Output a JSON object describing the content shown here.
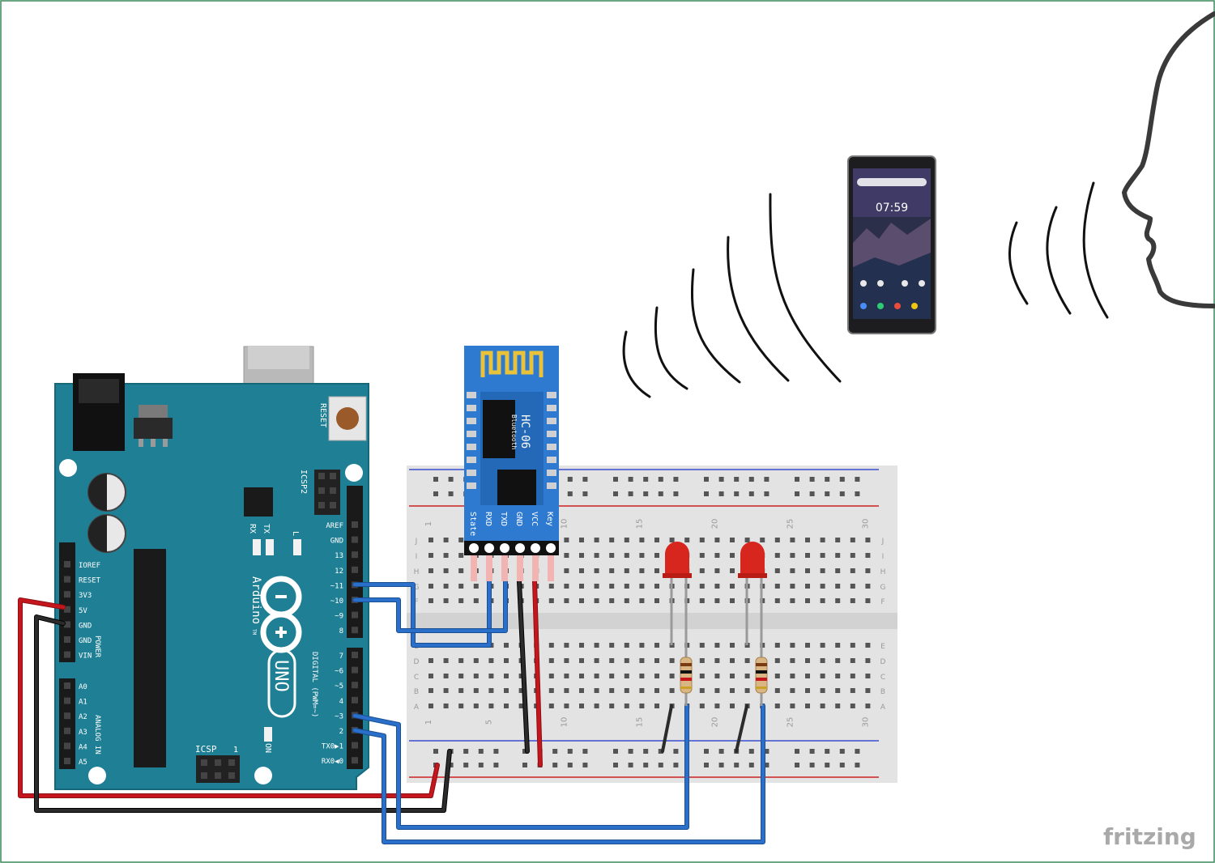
{
  "watermark": "fritzing",
  "arduino": {
    "reset_label": "RESET",
    "icsp2_label": "ICSP2",
    "icsp_label": "ICSP",
    "icsp_pin1": "1",
    "tx_label": "TX",
    "rx_label": "RX",
    "l_label": "L",
    "on_label": "ON",
    "brand_label": "Arduino",
    "tm_label": "TM",
    "model_label": "UNO",
    "digital_label": "DIGITAL (PWM=~)",
    "power_label": "POWER",
    "analog_label": "ANALOG IN",
    "power_pins": [
      "IOREF",
      "RESET",
      "3V3",
      "5V",
      "GND",
      "GND",
      "VIN"
    ],
    "analog_pins": [
      "A0",
      "A1",
      "A2",
      "A3",
      "A4",
      "A5"
    ],
    "digital_top": [
      "AREF",
      "GND",
      "13",
      "12",
      "~11",
      "~10",
      "~9",
      "8"
    ],
    "digital_bottom": [
      "7",
      "~6",
      "~5",
      "4",
      "~3",
      "2",
      "TX0▶1",
      "RX0◀0"
    ]
  },
  "bluetooth": {
    "model": "HC-06",
    "sub": "Bluetooth",
    "pins": [
      "State",
      "RXD",
      "TXD",
      "GND",
      "VCC",
      "Key"
    ]
  },
  "breadboard": {
    "col_numbers": [
      "1",
      "5",
      "10",
      "15",
      "20",
      "25",
      "30"
    ],
    "rows_top": [
      "J",
      "I",
      "H",
      "G",
      "F"
    ],
    "rows_bottom": [
      "E",
      "D",
      "C",
      "B",
      "A"
    ]
  },
  "phone": {
    "time": "07:59"
  },
  "colors": {
    "board": "#1f7f95",
    "wire_red": "#c4161c",
    "wire_black": "#222222",
    "wire_blue": "#2a6fc9",
    "bt_module": "#2e7ad1",
    "led_red": "#d7261e"
  }
}
